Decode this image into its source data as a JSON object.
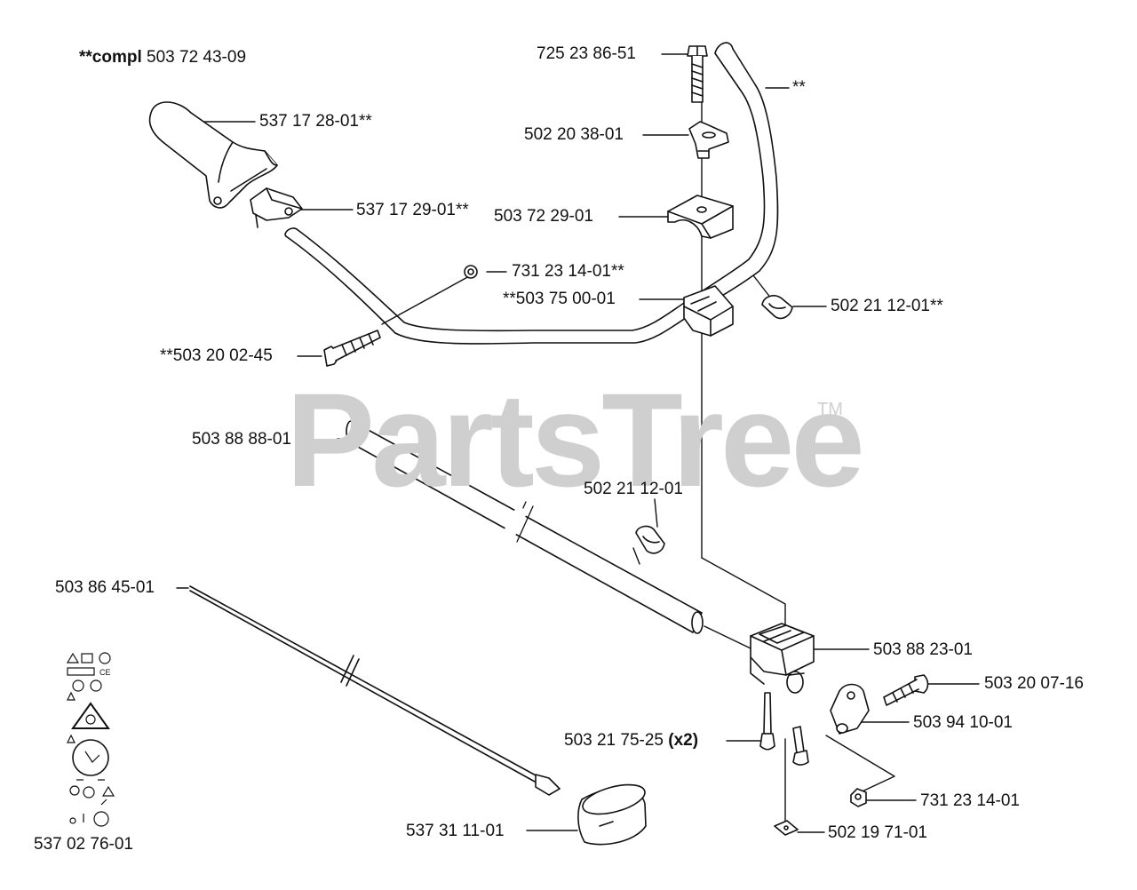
{
  "watermark": {
    "text": "PartsTree",
    "mark": "TM"
  },
  "header": {
    "prefix": "**compl",
    "part": "503 72 43-09"
  },
  "labels": {
    "l725238651": "725 23 86-51",
    "l2": "**",
    "l537172801": "537 17 28-01**",
    "l502203801": "502 20 38-01",
    "l537172901": "537 17 29-01**",
    "l503722901": "503 72 29-01",
    "l731231401a": "731 23 14-01**",
    "l503750001": "**503 75 00-01",
    "l502211201a": "502 21 12-01**",
    "l503200245": "**503 20 02-45",
    "l503888801": "503 88 88-01",
    "l502211201b": "502 21 12-01",
    "l503864501": "503 86 45-01",
    "l503882301": "503 88 23-01",
    "l503200716": "503 20 07-16",
    "l503941001": "503 94 10-01",
    "l503217525": "503 21 75-25",
    "l503217525x": "(x2)",
    "l731231401b": "731 23 14-01",
    "l537311101": "537 31 11-01",
    "l502197101": "502 19 71-01",
    "l537027601": "537 02 76-01"
  },
  "colors": {
    "line": "#111111",
    "watermark": "#cfcfcf",
    "part_fill": "#ffffff",
    "shade": "#d9d9d9"
  }
}
